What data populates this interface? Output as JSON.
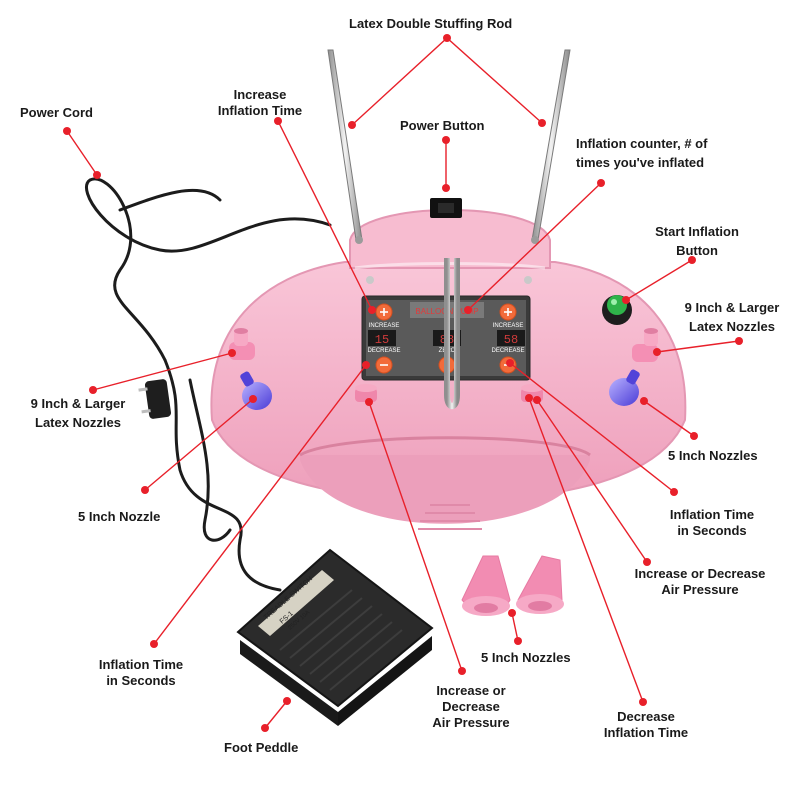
{
  "labels": {
    "latex_rod": "Latex Double Stuffing Rod",
    "power_cord": "Power Cord",
    "increase_time": [
      "Increase",
      "Inflation Time"
    ],
    "power_button": "Power Button",
    "counter": [
      "Inflation counter, # of",
      "times you've inflated"
    ],
    "start_button": [
      "Start Inflation",
      "Button"
    ],
    "nozzles_9_right": [
      "9 Inch & Larger",
      "Latex Nozzles"
    ],
    "nozzles_9_left": [
      "9 Inch & Larger",
      "Latex Nozzles"
    ],
    "nozzles_5_right": "5 Inch Nozzles",
    "nozzle_5_left": "5 Inch Nozzle",
    "time_seconds_right": [
      "Inflation Time",
      "in Seconds"
    ],
    "pressure_right": [
      "Increase or Decrease",
      "Air Pressure"
    ],
    "time_seconds_left": [
      "Inflation Time",
      "in Seconds"
    ],
    "nozzles_5_bottom": "5 Inch Nozzles",
    "pressure_bottom": [
      "Increase or",
      "Decrease",
      "Air Pressure"
    ],
    "decrease_time": [
      "Decrease",
      "Inflation Time"
    ],
    "foot_pedal": "Foot Peddle"
  },
  "panel": {
    "increase_left": "INCREASE",
    "decrease_left": "DECREASE",
    "brand": "BALLOON PUMP",
    "zero": "ZERO",
    "increase_right": "INCREASE",
    "decrease_right": "DECREASE",
    "display_left": "15",
    "display_center": "88",
    "display_right": "58"
  },
  "pedal": {
    "line1": "TREADLE SWITCH",
    "line2": "FS-1",
    "line3": "250V 10A"
  },
  "colors": {
    "annotation": "#e8202a",
    "body_pink": "#f4b3c9",
    "panel_dark": "#3a3a3a",
    "button_orange": "#f26b3a",
    "start_green": "#2fb34a",
    "nozzle_purple": "#7a6cf0",
    "pedal_black": "#2b2b2b"
  }
}
